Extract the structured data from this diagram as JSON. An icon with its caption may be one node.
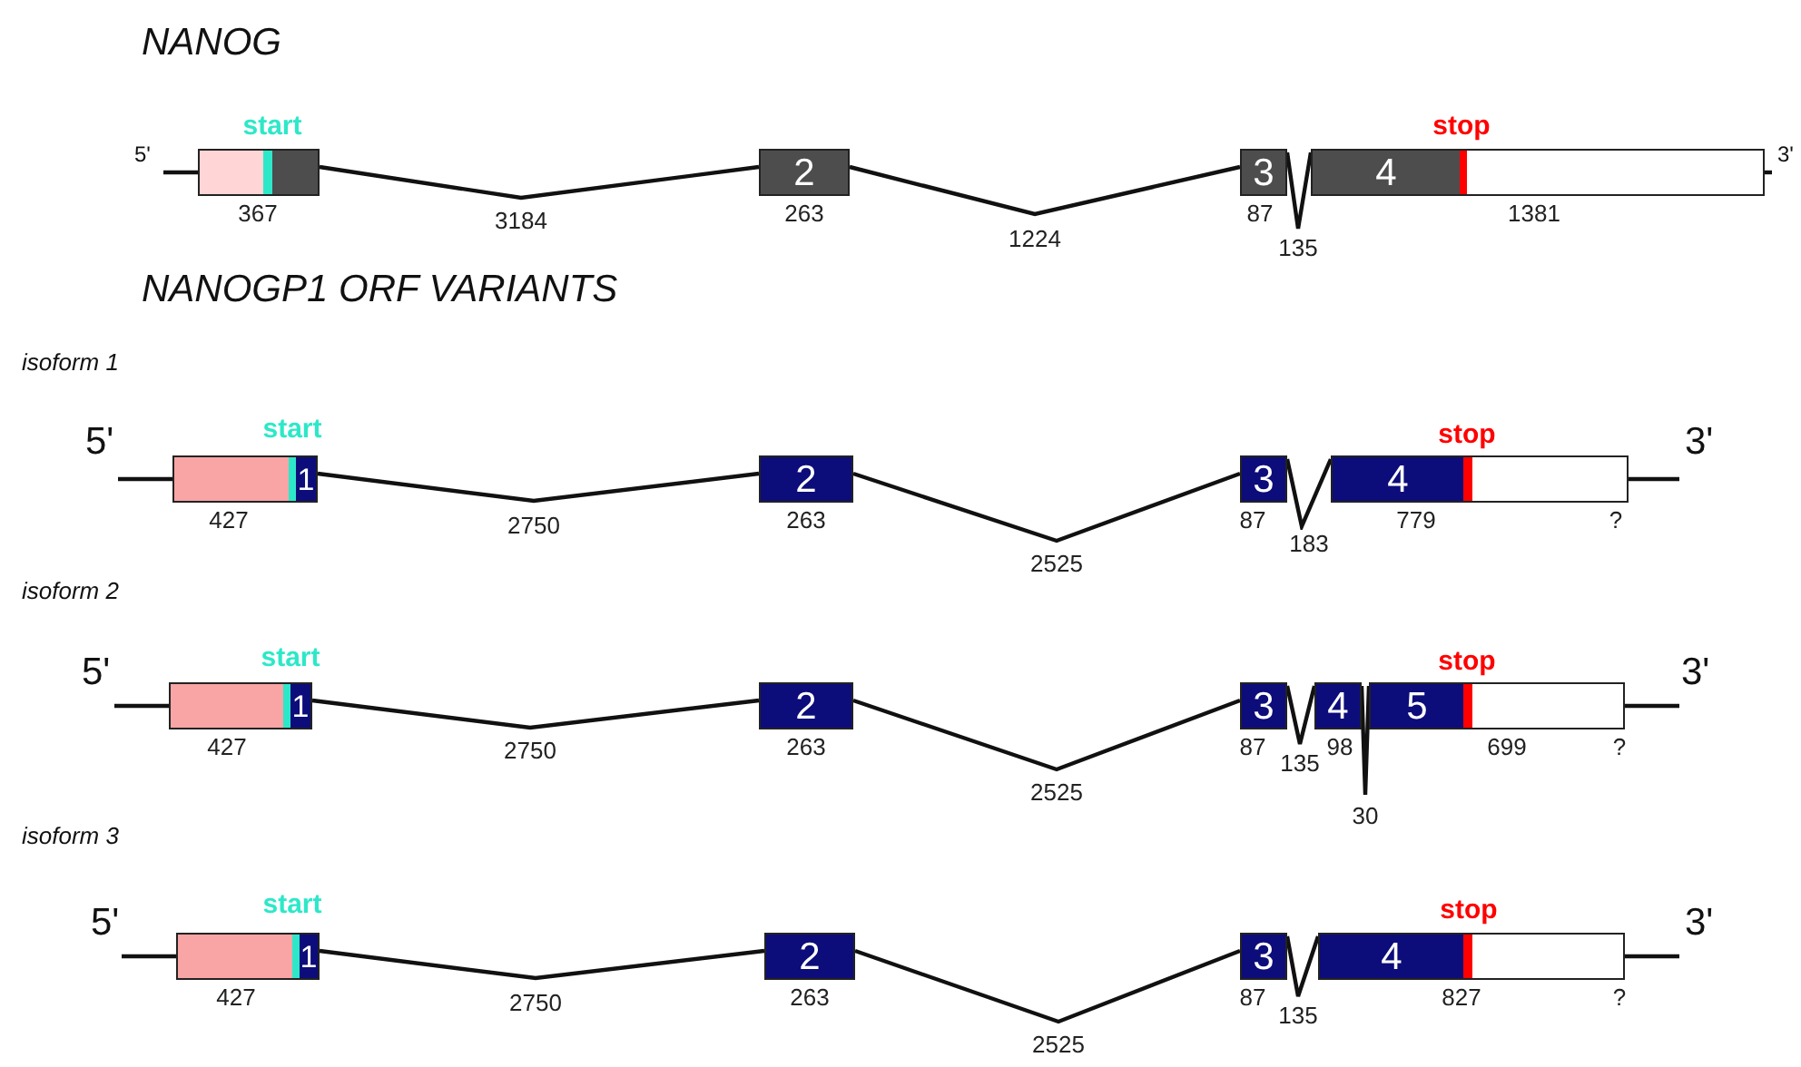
{
  "diagram": {
    "nodes": [
      {
        "text": [],
        "shape": "box",
        "beside": [
          "start",
          "367"
        ]
      },
      {
        "text": [
          "2"
        ],
        "beside": [
          "263"
        ]
      },
      {
        "text": [
          "3"
        ],
        "beside": [
          "87"
        ]
      },
      {
        "text": [
          "4"
        ],
        "beside": [
          "stop",
          "1381"
        ]
      },
      {
        "text": [
          "1"
        ],
        "beside": [
          "start",
          "427"
        ]
      },
      {
        "text": [
          "2"
        ],
        "beside": [
          "263"
        ]
      },
      {
        "text": [
          "3"
        ],
        "beside": [
          "87"
        ]
      },
      {
        "text": [
          "4"
        ],
        "beside": [
          "stop",
          "779",
          "?"
        ]
      },
      {
        "text": [
          "1"
        ],
        "beside": [
          "start",
          "427"
        ]
      },
      {
        "text": [
          "2"
        ],
        "beside": [
          "263"
        ]
      },
      {
        "text": [
          "3"
        ],
        "beside": [
          "87"
        ]
      },
      {
        "text": [
          "4"
        ],
        "beside": [
          "98"
        ]
      },
      {
        "text": [
          "5"
        ],
        "beside": [
          "stop",
          "699",
          "?"
        ]
      },
      {
        "text": [
          "1"
        ],
        "beside": [
          "start",
          "427"
        ]
      },
      {
        "text": [
          "2"
        ],
        "beside": [
          "263"
        ]
      },
      {
        "text": [
          "3"
        ],
        "beside": [
          "87"
        ]
      },
      {
        "text": [
          "4"
        ],
        "beside": [
          "stop",
          "827",
          "?"
        ]
      },
      {
        "text": [
          "5'"
        ]
      },
      {
        "text": [
          "3'"
        ]
      },
      {
        "text": [
          "5'"
        ]
      },
      {
        "text": [
          "3'"
        ]
      },
      {
        "text": [
          "5'"
        ]
      },
      {
        "text": [
          "3'"
        ]
      },
      {
        "text": [
          "5'"
        ]
      },
      {
        "text": [
          "3'"
        ]
      }
    ],
    "edges": [
      {
        "from": 17,
        "to": 0,
        "arrow": "none"
      },
      {
        "from": 0,
        "to": 1,
        "arrow": "none",
        "label": "3184"
      },
      {
        "from": 1,
        "to": 2,
        "arrow": "none",
        "label": "1224"
      },
      {
        "from": 2,
        "to": 3,
        "arrow": "none",
        "label": "135"
      },
      {
        "from": 3,
        "to": 18,
        "arrow": "none"
      },
      {
        "from": 19,
        "to": 4,
        "arrow": "none"
      },
      {
        "from": 4,
        "to": 5,
        "arrow": "none",
        "label": "2750"
      },
      {
        "from": 5,
        "to": 6,
        "arrow": "none",
        "label": "2525"
      },
      {
        "from": 6,
        "to": 7,
        "arrow": "none",
        "label": "183"
      },
      {
        "from": 7,
        "to": 20,
        "arrow": "none"
      },
      {
        "from": 21,
        "to": 8,
        "arrow": "none"
      },
      {
        "from": 8,
        "to": 9,
        "arrow": "none",
        "label": "2750"
      },
      {
        "from": 9,
        "to": 10,
        "arrow": "none",
        "label": "2525"
      },
      {
        "from": 10,
        "to": 11,
        "arrow": "none",
        "label": "135"
      },
      {
        "from": 11,
        "to": 12,
        "arrow": "none",
        "label": "30"
      },
      {
        "from": 12,
        "to": 22,
        "arrow": "none"
      },
      {
        "from": 23,
        "to": 13,
        "arrow": "none"
      },
      {
        "from": 13,
        "to": 14,
        "arrow": "none",
        "label": "2750"
      },
      {
        "from": 14,
        "to": 15,
        "arrow": "none",
        "label": "2525"
      },
      {
        "from": 15,
        "to": 16,
        "arrow": "none",
        "label": "135"
      },
      {
        "from": 16,
        "to": 24,
        "arrow": "none"
      }
    ],
    "labels": [
      "NANOG",
      "NANOGP1 ORF VARIANTS",
      "isoform 1",
      "isoform 2",
      "isoform 3"
    ]
  }
}
